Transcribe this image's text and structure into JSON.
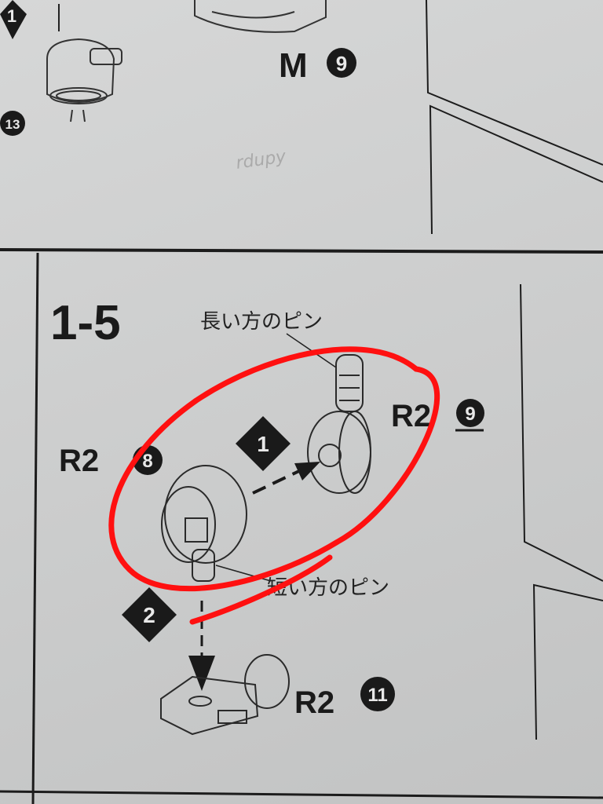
{
  "top_section": {
    "step_badge": "1",
    "part_number_badge": "13",
    "part_label": "M",
    "part_label_number": "9",
    "pencil_scribble": "rdupy"
  },
  "step": {
    "title": "1-5",
    "long_pin_label": "長い方のピン",
    "short_pin_label": "短い方のピン",
    "substep_1": "1",
    "substep_2": "2",
    "parts": [
      {
        "runner": "R2",
        "number": "8"
      },
      {
        "runner": "R2",
        "number": "9"
      },
      {
        "runner": "R2",
        "number": "11"
      }
    ]
  },
  "annotation": {
    "color": "#ff1010"
  }
}
